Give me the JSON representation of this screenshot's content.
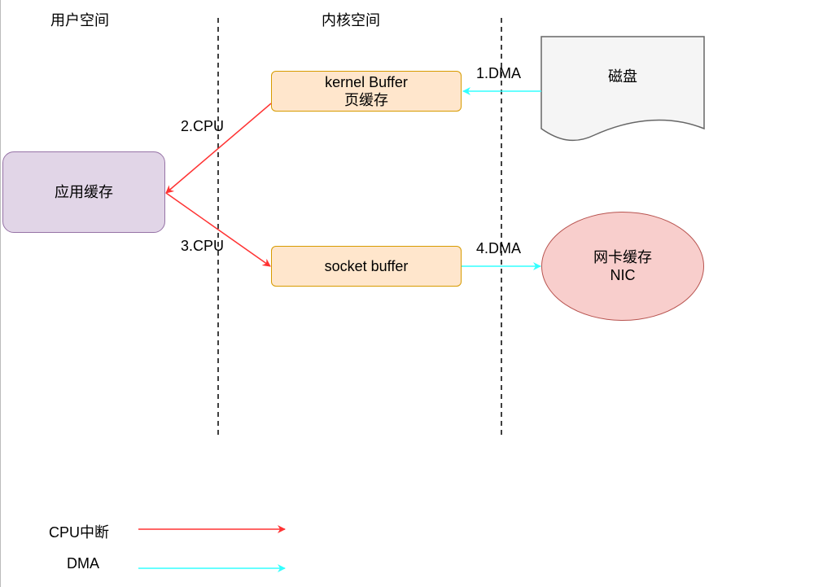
{
  "regions": {
    "user_space": "用户空间",
    "kernel_space": "内核空间"
  },
  "nodes": {
    "kernel_buffer": {
      "line1": "kernel Buffer",
      "line2": "页缓存"
    },
    "socket_buffer": "socket buffer",
    "app_cache": "应用缓存",
    "nic": {
      "line1": "网卡缓存",
      "line2": "NIC"
    },
    "disk": "磁盘"
  },
  "edges": {
    "step1": "1.DMA",
    "step2": "2.CPU",
    "step3": "3.CPU",
    "step4": "4.DMA"
  },
  "legend": {
    "cpu": "CPU中断",
    "dma": "DMA"
  },
  "colors": {
    "cpu_arrow": "#ff3333",
    "dma_arrow": "#33ffff",
    "kernel_fill": "#ffe6cc",
    "kernel_stroke": "#d79b00",
    "app_fill": "#e1d5e7",
    "app_stroke": "#9673a6",
    "nic_fill": "#f8cecc",
    "nic_stroke": "#b85450",
    "disk_fill": "#f5f5f5",
    "disk_stroke": "#666666"
  }
}
